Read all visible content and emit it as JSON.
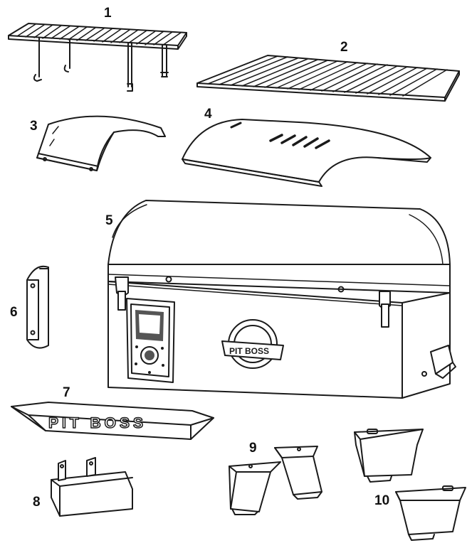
{
  "diagram": {
    "title": "",
    "parts": [
      {
        "number": "1",
        "part": "upper-rack"
      },
      {
        "number": "2",
        "part": "cooking-grid"
      },
      {
        "number": "3",
        "part": "heat-baffle-small"
      },
      {
        "number": "4",
        "part": "heat-baffle-large"
      },
      {
        "number": "5",
        "part": "grill-body"
      },
      {
        "number": "6",
        "part": "side-handle"
      },
      {
        "number": "7",
        "part": "front-handle"
      },
      {
        "number": "8",
        "part": "bucket"
      },
      {
        "number": "9",
        "part": "front-legs"
      },
      {
        "number": "10",
        "part": "rear-legs"
      }
    ],
    "front_handle_text": "PIT BOSS",
    "badge_text": "PIT BOSS"
  },
  "colors": {
    "line": "#1a1a1a",
    "fill": "#ffffff",
    "shade": "#555555"
  }
}
